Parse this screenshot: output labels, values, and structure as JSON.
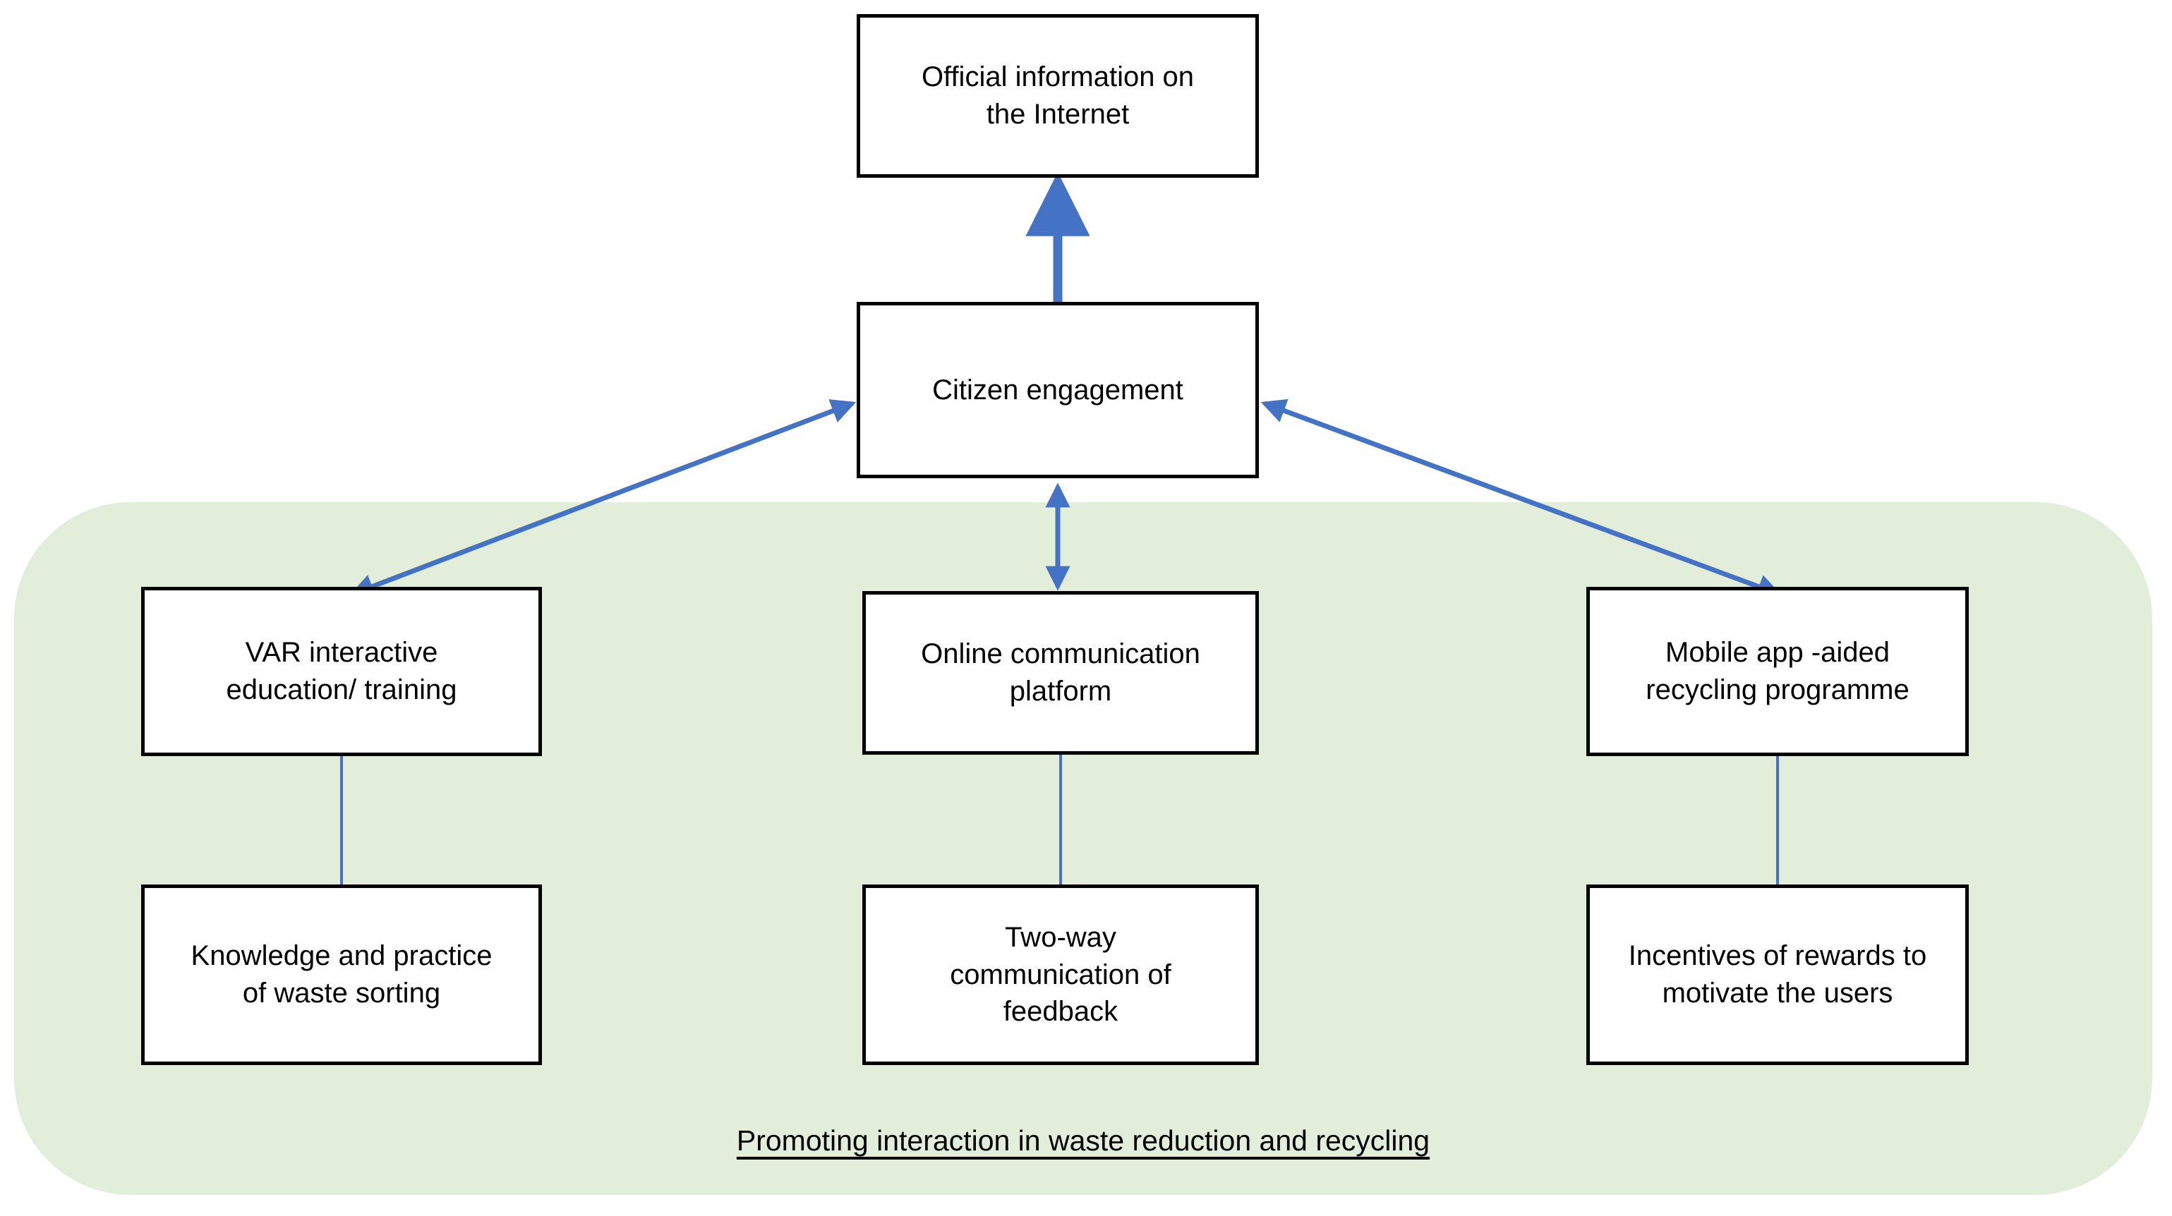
{
  "diagram": {
    "title_caption": "Promoting interaction in waste reduction and recycling",
    "colors": {
      "group_background": "#e2edda",
      "arrow": "#4472c4",
      "connector_line": "#4472c4",
      "box_border": "#000000",
      "box_fill": "#ffffff",
      "text": "#000000"
    },
    "nodes": {
      "official_information": {
        "label": "Official information on\nthe Internet",
        "lines": [
          "Official information on",
          "the Internet"
        ]
      },
      "citizen_engagement": {
        "label": "Citizen engagement",
        "lines": [
          "Citizen engagement"
        ]
      },
      "var_education": {
        "label": "VAR interactive\neducation/ training",
        "lines": [
          "VAR interactive",
          "education/ training"
        ]
      },
      "online_platform": {
        "label": "Online communication\nplatform",
        "lines": [
          "Online communication",
          "platform"
        ]
      },
      "mobile_app": {
        "label": "Mobile app -aided\nrecycling programme",
        "lines": [
          "Mobile app -aided",
          "recycling programme"
        ]
      },
      "knowledge_practice": {
        "label": "Knowledge and practice\nof waste sorting",
        "lines": [
          "Knowledge and practice",
          "of waste sorting"
        ]
      },
      "two_way_feedback": {
        "label": "Two-way\ncommunication of\nfeedback",
        "lines": [
          "Two-way",
          "communication of",
          "feedback"
        ]
      },
      "incentives_rewards": {
        "label": "Incentives of rewards to\nmotivate the users",
        "lines": [
          "Incentives of rewards to",
          "motivate the users"
        ]
      }
    },
    "connections": [
      {
        "name": "citizen-to-official",
        "from": "citizen_engagement",
        "to": "official_information",
        "style": "single-arrow-thick",
        "direction": "up"
      },
      {
        "name": "var-to-citizen",
        "from": "var_education",
        "to": "citizen_engagement",
        "style": "double-arrow",
        "direction": "diagonal"
      },
      {
        "name": "online-to-citizen",
        "from": "online_platform",
        "to": "citizen_engagement",
        "style": "double-arrow",
        "direction": "vertical"
      },
      {
        "name": "mobile-to-citizen",
        "from": "mobile_app",
        "to": "citizen_engagement",
        "style": "double-arrow",
        "direction": "diagonal"
      },
      {
        "name": "var-to-knowledge",
        "from": "var_education",
        "to": "knowledge_practice",
        "style": "plain-line",
        "direction": "vertical"
      },
      {
        "name": "online-to-twoway",
        "from": "online_platform",
        "to": "two_way_feedback",
        "style": "plain-line",
        "direction": "vertical"
      },
      {
        "name": "mobile-to-incentives",
        "from": "mobile_app",
        "to": "incentives_rewards",
        "style": "plain-line",
        "direction": "vertical"
      }
    ]
  }
}
